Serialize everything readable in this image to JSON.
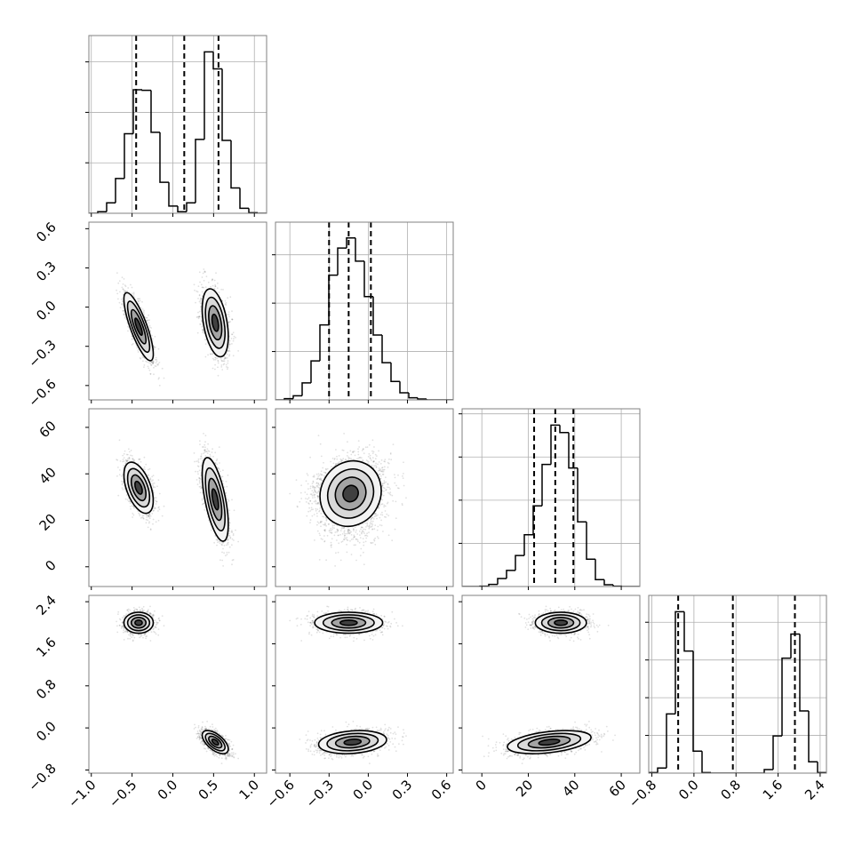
{
  "chart_data": {
    "type": "corner",
    "title": "",
    "n_params": 4,
    "params": [
      {
        "range": [
          -1.03,
          1.15
        ],
        "ticks": [
          -1.0,
          -0.5,
          0.0,
          0.5,
          1.0
        ],
        "tick_labels": [
          "−1.0",
          "−0.5",
          "0.0",
          "0.5",
          "1.0"
        ]
      },
      {
        "range": [
          -0.71,
          0.65
        ],
        "ticks": [
          -0.6,
          -0.3,
          0.0,
          0.3,
          0.6
        ],
        "tick_labels": [
          "−0.6",
          "−0.3",
          "0.0",
          "0.3",
          "0.6"
        ]
      },
      {
        "range": [
          -8.5,
          68
        ],
        "ticks": [
          0,
          20,
          40,
          60
        ],
        "tick_labels": [
          "0",
          "20",
          "40",
          "60"
        ]
      },
      {
        "range": [
          -0.86,
          2.52
        ],
        "ticks": [
          -0.8,
          0.0,
          0.8,
          1.6,
          2.4
        ],
        "tick_labels": [
          "−0.8",
          "0.0",
          "0.8",
          "1.6",
          "2.4"
        ]
      }
    ],
    "histograms": [
      {
        "bins": 20,
        "counts": [
          0,
          30,
          206,
          690,
          1575,
          2448,
          2437,
          1605,
          614,
          142,
          30,
          206,
          1463,
          3198,
          2861,
          1445,
          501,
          100,
          12,
          0
        ],
        "ylim": [
          0,
          3522
        ],
        "yticks": [
          1000,
          2000,
          3000
        ],
        "quantiles": [
          -0.45,
          0.14,
          0.56
        ]
      },
      {
        "bins": 20,
        "counts": [
          0,
          25,
          86,
          351,
          806,
          1551,
          2578,
          3138,
          3348,
          2868,
          2135,
          1342,
          769,
          382,
          148,
          43,
          18,
          0,
          0,
          0
        ],
        "ylim": [
          0,
          3674
        ],
        "yticks": [
          1000,
          2000,
          3000
        ],
        "quantiles": [
          -0.3,
          -0.15,
          0.02
        ]
      },
      {
        "bins": 20,
        "counts": [
          0,
          0,
          7,
          48,
          186,
          372,
          717,
          1200,
          1869,
          2828,
          3738,
          3566,
          2745,
          1497,
          634,
          159,
          41,
          7,
          0,
          0
        ],
        "ylim": [
          0,
          4117
        ],
        "yticks": [
          1000,
          2000,
          3000,
          4000
        ],
        "quantiles": [
          22.5,
          31.6,
          39.4
        ]
      },
      {
        "bins": 20,
        "counts": [
          16,
          134,
          1571,
          4278,
          3236,
          584,
          16,
          0,
          0,
          0,
          0,
          0,
          0,
          95,
          987,
          3047,
          3686,
          1650,
          300,
          16
        ],
        "ylim": [
          0,
          4712
        ],
        "yticks": [
          1000,
          2000,
          3000,
          4000
        ],
        "quantiles": [
          -0.3,
          0.74,
          1.92
        ]
      }
    ],
    "components": [
      {
        "weight": 0.5,
        "mean": [
          -0.42,
          -0.15,
          34,
          2.0
        ],
        "sd": [
          0.09,
          0.13,
          5.5,
          0.1
        ],
        "corr": [
          [
            1,
            -0.8,
            -0.5,
            0
          ],
          [
            -0.8,
            1,
            0.2,
            0
          ],
          [
            -0.5,
            0.2,
            1,
            0
          ],
          [
            0,
            0,
            0,
            1
          ]
        ]
      },
      {
        "weight": 0.5,
        "mean": [
          0.52,
          -0.12,
          29,
          -0.27
        ],
        "sd": [
          0.08,
          0.13,
          9,
          0.11
        ],
        "corr": [
          [
            1,
            -0.4,
            -0.6,
            -0.6
          ],
          [
            -0.4,
            1,
            0.1,
            0.2
          ],
          [
            -0.6,
            0.1,
            1,
            0.4
          ],
          [
            -0.6,
            0.2,
            0.4,
            1
          ]
        ]
      }
    ],
    "contour_levels_sigma": [
      0.5,
      1.0,
      1.5,
      2.0
    ],
    "grid_on_diagonal": true,
    "legend": "none"
  }
}
